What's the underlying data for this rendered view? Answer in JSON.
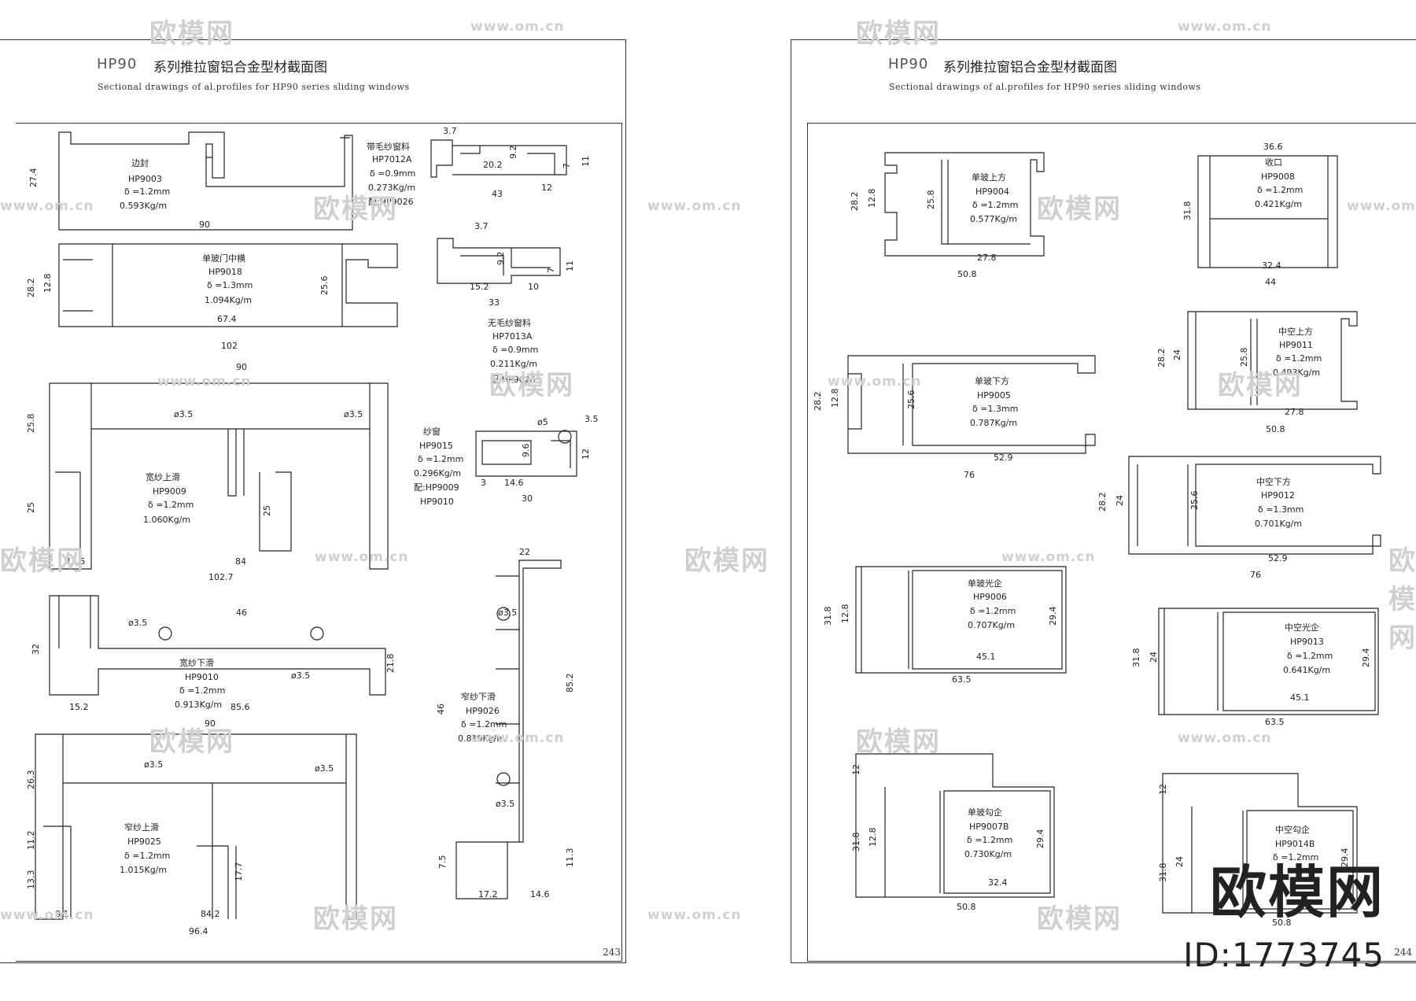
{
  "left_page": {
    "series_code": "HP90",
    "title_cn": "系列推拉窗铝合金型材截面图",
    "title_en": "Sectional drawings of al.profiles for HP90 series sliding windows",
    "page_number": "243",
    "profiles": [
      {
        "name_cn": "边封",
        "code": "HP9003",
        "wall": "δ =1.2mm",
        "weight": "0.593Kg/m"
      },
      {
        "name_cn": "带毛纱窗料",
        "code": "HP7012A",
        "wall": "δ =0.9mm",
        "weight": "0.273Kg/m",
        "note": "配:HP9026"
      },
      {
        "name_cn": "单玻门中横",
        "code": "HP9018",
        "wall": "δ =1.3mm",
        "weight": "1.094Kg/m"
      },
      {
        "name_cn": "无毛纱窗料",
        "code": "HP7013A",
        "wall": "δ =0.9mm",
        "weight": "0.211Kg/m",
        "note": "配:HP9026"
      },
      {
        "name_cn": "宽纱上滑",
        "code": "HP9009",
        "wall": "δ =1.2mm",
        "weight": "1.060Kg/m"
      },
      {
        "name_cn": "纱窗",
        "code": "HP9015",
        "wall": "δ =1.2mm",
        "weight": "0.296Kg/m",
        "note": "配:HP9009",
        "note2": "HP9010"
      },
      {
        "name_cn": "宽纱下滑",
        "code": "HP9010",
        "wall": "δ =1.2mm",
        "weight": "0.913Kg/m"
      },
      {
        "name_cn": "窄纱下滑",
        "code": "HP9026",
        "wall": "δ =1.2mm",
        "weight": "0.810Kg/m"
      },
      {
        "name_cn": "窄纱上滑",
        "code": "HP9025",
        "wall": "δ =1.2mm",
        "weight": "1.015Kg/m"
      }
    ],
    "dims": {
      "d1": "27.4",
      "d2": "90",
      "d3": "3.7",
      "d4": "9.2",
      "d5": "20.2",
      "d6": "7",
      "d7": "11",
      "d8": "43",
      "d9": "12",
      "d10": "28.2",
      "d11": "12.8",
      "d12": "25.6",
      "d13": "67.4",
      "d14": "102",
      "d15": "3.7",
      "d16": "9.2",
      "d17": "7",
      "d18": "11",
      "d19": "15.2",
      "d20": "10",
      "d21": "33",
      "d22": "90",
      "d23": "25.8",
      "d24": "ø3.5",
      "d25": "ø3.5",
      "d26": "25",
      "d27": "25",
      "d28": "14.5",
      "d29": "84",
      "d30": "102.7",
      "d31": "ø5",
      "d32": "3.5",
      "d33": "9.6",
      "d34": "12",
      "d35": "3",
      "d36": "14.6",
      "d37": "30",
      "d38": "46",
      "d39": "32",
      "d40": "ø3.5",
      "d41": "ø3.5",
      "d42": "21.8",
      "d43": "15.2",
      "d44": "85.6",
      "d45": "22",
      "d46": "ø3.5",
      "d47": "46",
      "d48": "85.2",
      "d49": "ø3.5",
      "d50": "7.5",
      "d51": "11.3",
      "d52": "17.2",
      "d53": "14.6",
      "d54": "90",
      "d55": "ø3.5",
      "d56": "ø3.5",
      "d57": "26.3",
      "d58": "11.2",
      "d59": "13.3",
      "d60": "17.7",
      "d61": "8.1",
      "d62": "84.2",
      "d63": "96.4"
    }
  },
  "right_page": {
    "series_code": "HP90",
    "title_cn": "系列推拉窗铝合金型材截面图",
    "title_en": "Sectional drawings of al.profiles for HP90 series sliding windows",
    "page_number": "244",
    "profiles": [
      {
        "name_cn": "单玻上方",
        "code": "HP9004",
        "wall": "δ =1.2mm",
        "weight": "0.577Kg/m"
      },
      {
        "name_cn": "收口",
        "code": "HP9008",
        "wall": "δ =1.2mm",
        "weight": "0.421Kg/m"
      },
      {
        "name_cn": "中空上方",
        "code": "HP9011",
        "wall": "δ =1.2mm",
        "weight": "0.493Kg/m"
      },
      {
        "name_cn": "单玻下方",
        "code": "HP9005",
        "wall": "δ =1.3mm",
        "weight": "0.787Kg/m"
      },
      {
        "name_cn": "中空下方",
        "code": "HP9012",
        "wall": "δ =1.3mm",
        "weight": "0.701Kg/m"
      },
      {
        "name_cn": "单玻光企",
        "code": "HP9006",
        "wall": "δ =1.2mm",
        "weight": "0.707Kg/m"
      },
      {
        "name_cn": "中空光企",
        "code": "HP9013",
        "wall": "δ =1.2mm",
        "weight": "0.641Kg/m"
      },
      {
        "name_cn": "单玻勾企",
        "code": "HP9007B",
        "wall": "δ =1.2mm",
        "weight": "0.730Kg/m"
      },
      {
        "name_cn": "中空勾企",
        "code": "HP9014B",
        "wall": "δ =1.2mm",
        "weight": ""
      }
    ],
    "dims": {
      "r1": "28.2",
      "r2": "12.8",
      "r3": "25.8",
      "r4": "27.8",
      "r5": "50.8",
      "r6": "36.6",
      "r7": "31.8",
      "r8": "32.4",
      "r9": "44",
      "r10": "28.2",
      "r11": "24",
      "r12": "25.8",
      "r13": "27.8",
      "r14": "50.8",
      "r15": "28.2",
      "r16": "12.8",
      "r17": "25.6",
      "r18": "52.9",
      "r19": "76",
      "r20": "28.2",
      "r21": "24",
      "r22": "25.6",
      "r23": "52.9",
      "r24": "76",
      "r25": "31.8",
      "r26": "12.8",
      "r27": "29.4",
      "r28": "45.1",
      "r29": "63.5",
      "r30": "31.8",
      "r31": "24",
      "r32": "29.4",
      "r33": "45.1",
      "r34": "63.5",
      "r35": "12",
      "r36": "31.8",
      "r37": "12.8",
      "r38": "29.4",
      "r39": "32.4",
      "r40": "50.8",
      "r41": "12",
      "r42": "31.8",
      "r43": "24",
      "r44": "29.4",
      "r45": "50.8"
    }
  },
  "watermark": {
    "brand_cn": "欧模网",
    "url": "www.om.cn",
    "id": "ID:1773745"
  }
}
